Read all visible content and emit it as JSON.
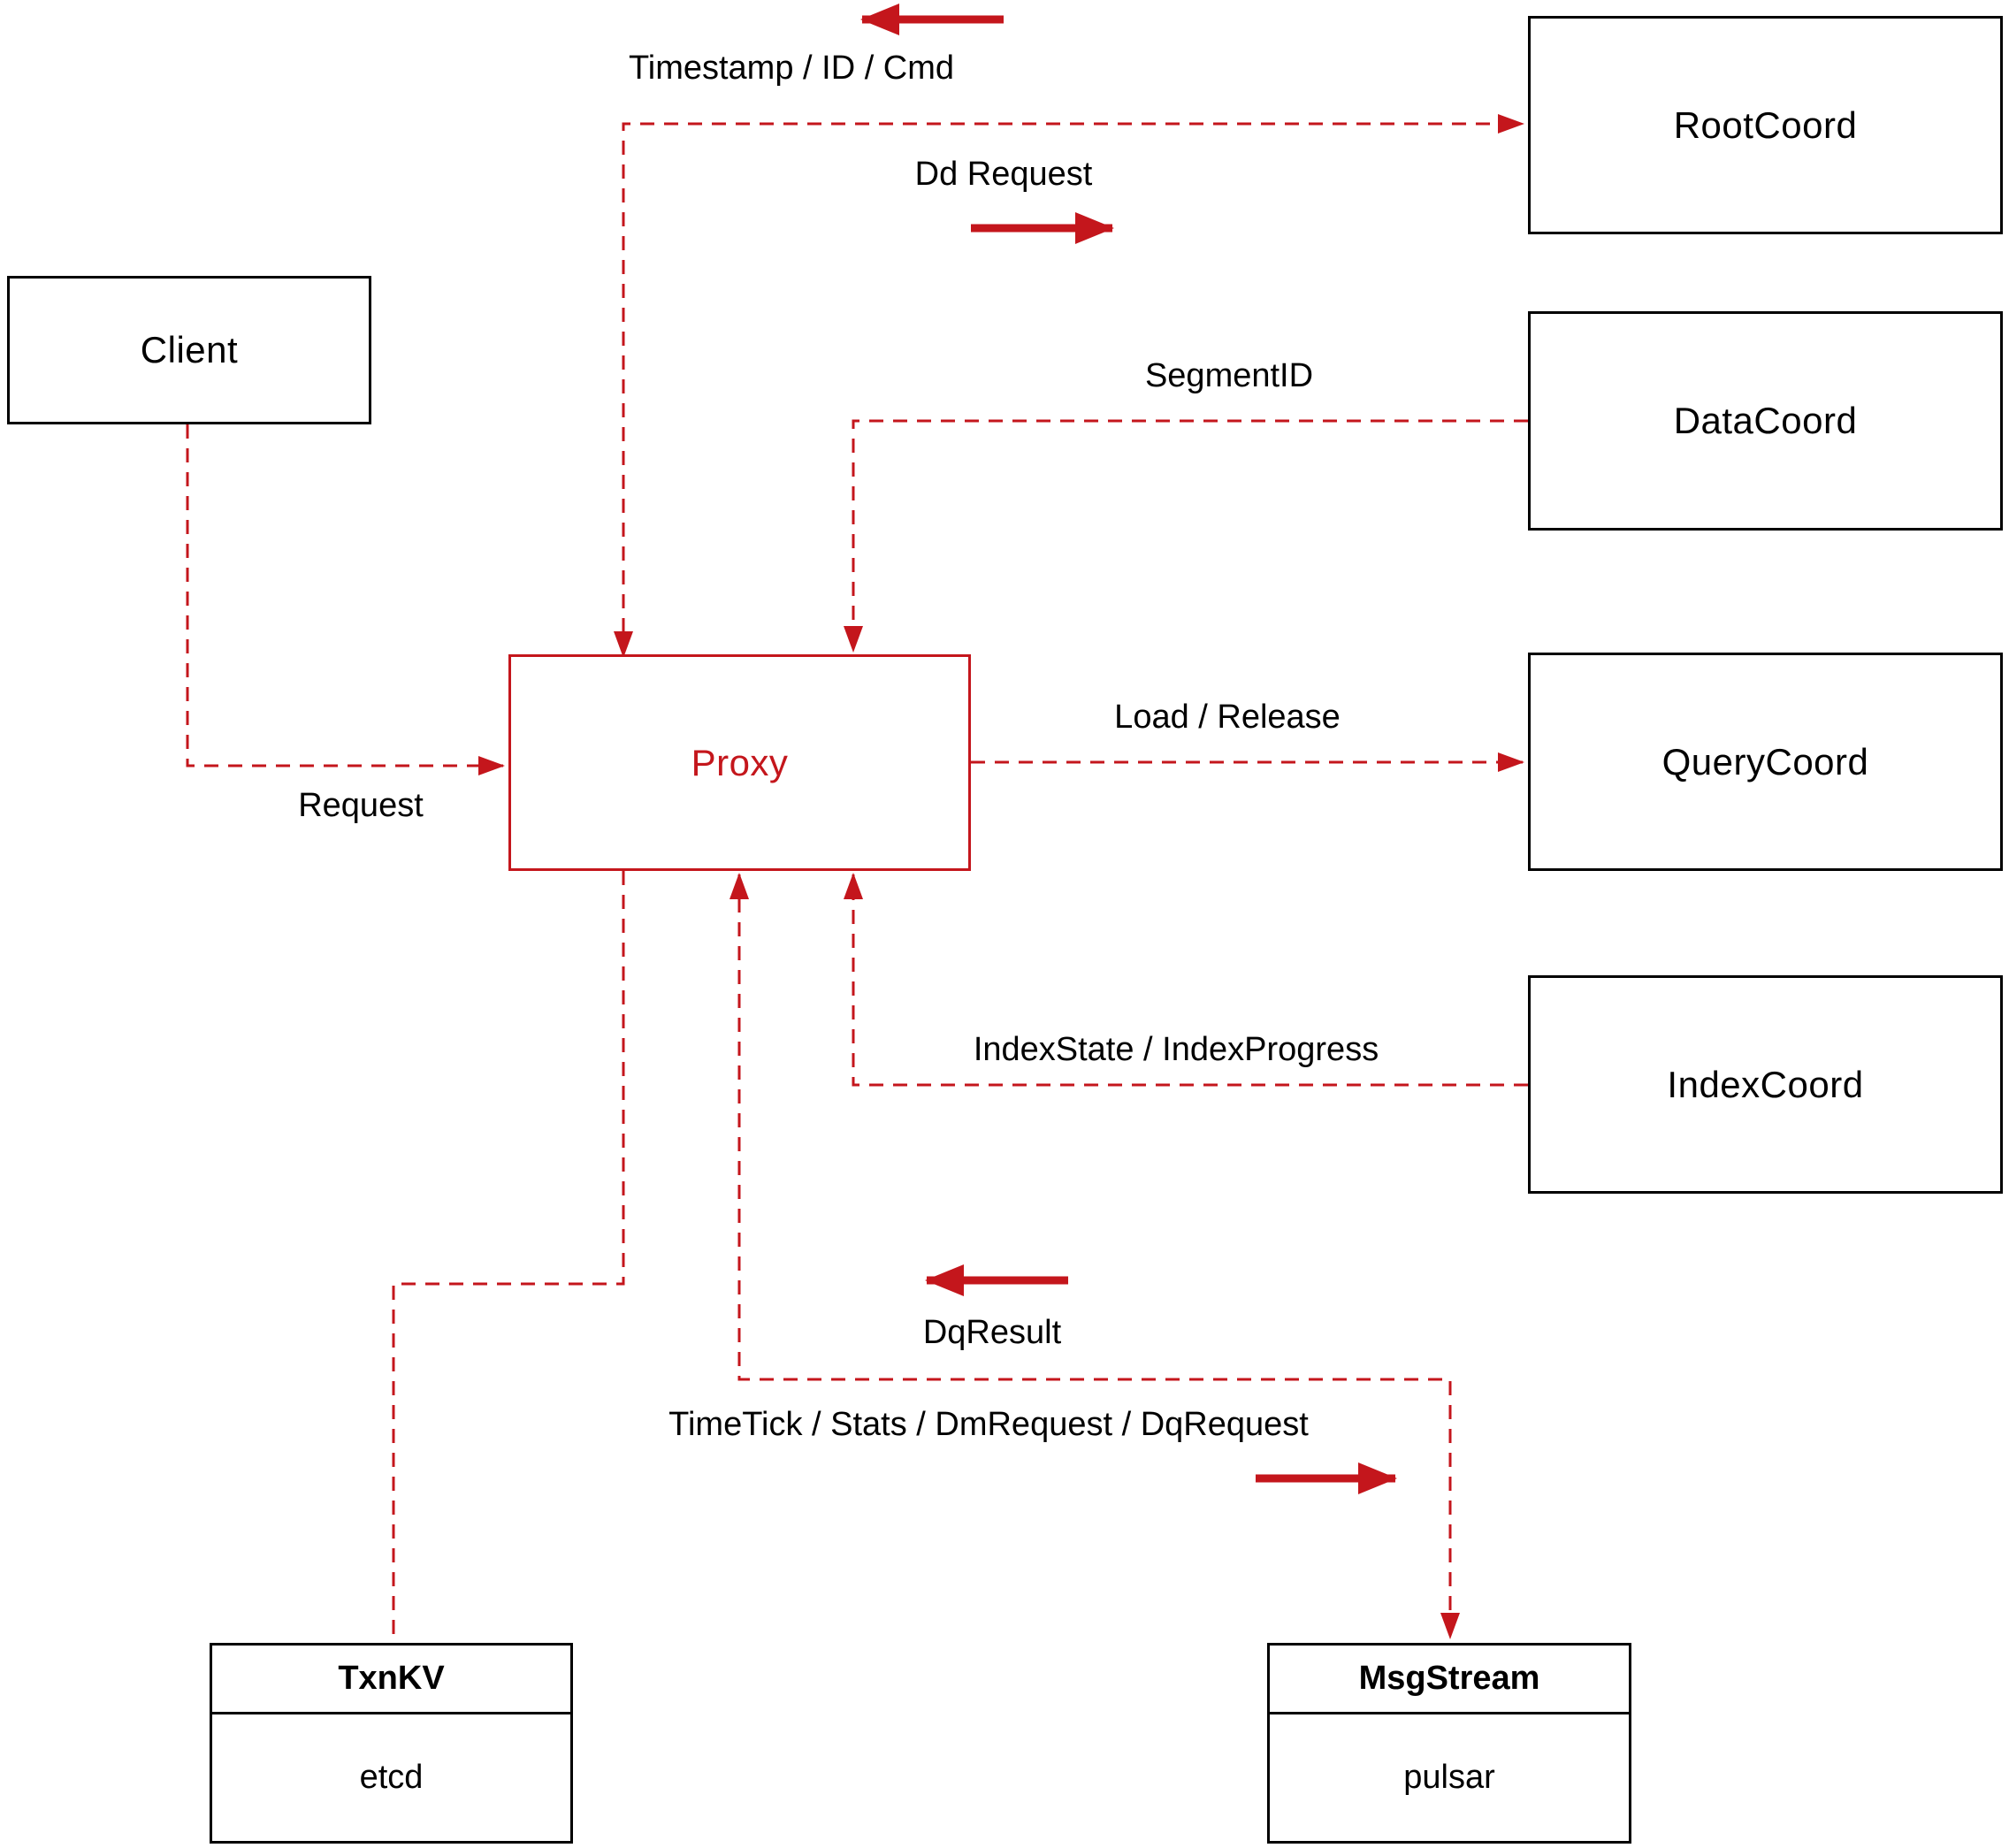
{
  "diagram": {
    "accent_color": "#c4161c",
    "nodes": {
      "client": {
        "label": "Client"
      },
      "proxy": {
        "label": "Proxy"
      },
      "root_coord": {
        "label": "RootCoord"
      },
      "data_coord": {
        "label": "DataCoord"
      },
      "query_coord": {
        "label": "QueryCoord"
      },
      "index_coord": {
        "label": "IndexCoord"
      },
      "txn_kv": {
        "title": "TxnKV",
        "subtitle": "etcd"
      },
      "msg_stream": {
        "title": "MsgStream",
        "subtitle": "pulsar"
      }
    },
    "edge_labels": {
      "timestamp_id_cmd": "Timestamp / ID / Cmd",
      "dd_request": "Dd Request",
      "segment_id": "SegmentID",
      "load_release": "Load / Release",
      "index_state_progress": "IndexState / IndexProgress",
      "request": "Request",
      "dq_result": "DqResult",
      "timetick_stats": "TimeTick / Stats / DmRequest / DqRequest"
    }
  }
}
